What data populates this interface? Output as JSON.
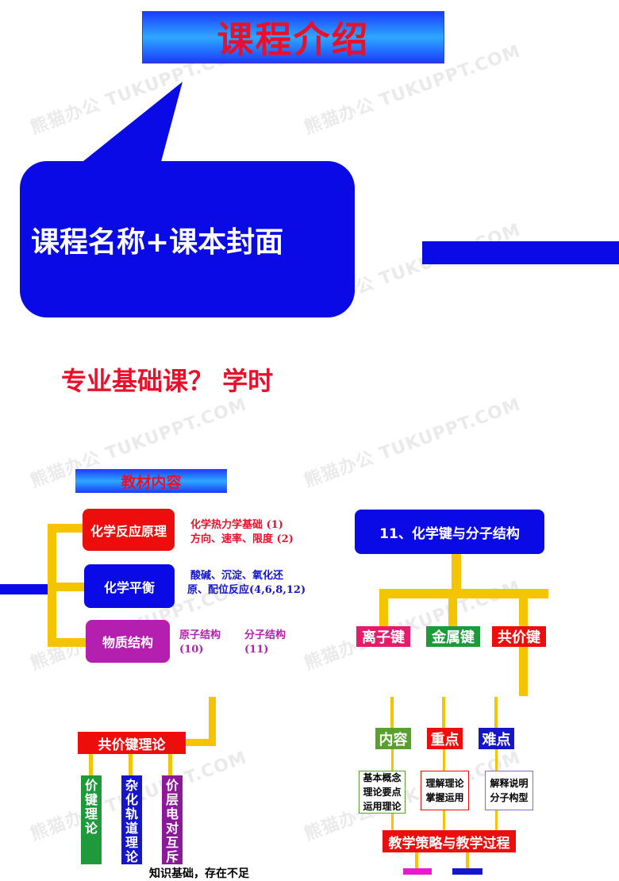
{
  "title": "课程介绍",
  "bubble_text": "课程名称+课本封面",
  "question": "专业基础课？ 学时",
  "content_label": "教材内容",
  "left_boxes": [
    {
      "label": "化学反应原理",
      "color": "#ee0d0d",
      "note_lines": [
        "化学热力学基础 (1)",
        "方向、速率、限度 (2)"
      ],
      "note_color": "#e8102a"
    },
    {
      "label": "化学平衡",
      "color": "#0a0ae6",
      "note_lines": [
        "酸碱、沉淀、氧化还",
        "原、配位反应(4,6,8,12)"
      ],
      "note_color": "#1515cc"
    },
    {
      "label": "物质结构",
      "color": "#b51fb0",
      "note_a": [
        "原子结构",
        "(10)"
      ],
      "note_b": [
        "分子结构",
        "(11)"
      ],
      "note_color": "#b51fb0"
    }
  ],
  "chapter_title": "11、化学键与分子结构",
  "bond_types": [
    {
      "label": "离子键",
      "color": "#ea1a6a"
    },
    {
      "label": "金属键",
      "color": "#1f9a3b"
    },
    {
      "label": "共价键",
      "color": "#ee0d0d"
    }
  ],
  "covalent_theory": "共价键理论",
  "theory_columns": [
    {
      "text": [
        "价",
        "键",
        "理",
        "论"
      ],
      "color": "#1f9a3b"
    },
    {
      "text": [
        "杂",
        "化",
        "轨",
        "道",
        "理",
        "论"
      ],
      "color": "#1515cc"
    },
    {
      "text": [
        "价",
        "层",
        "电",
        "对",
        "互",
        "斥"
      ],
      "color": "#8a1a9a"
    }
  ],
  "aspects": [
    {
      "label": "内容",
      "color": "#5aa02c",
      "box_lines": [
        "基本概念",
        "理论要点",
        "运用理论"
      ],
      "box_border": "#5aa02c"
    },
    {
      "label": "重点",
      "color": "#ee0d0d",
      "box_lines": [
        "理解理论",
        "掌握运用"
      ],
      "box_border": "#ee0d0d"
    },
    {
      "label": "难点",
      "color": "#1515cc",
      "box_lines": [
        "解释说明",
        "分子构型"
      ],
      "box_border": "#8a6ad0"
    }
  ],
  "strategy": "教学策略与教学过程",
  "footer_partial": "知识基础，存在不足",
  "watermark": "熊猫办公 TUKUPPT.COM"
}
